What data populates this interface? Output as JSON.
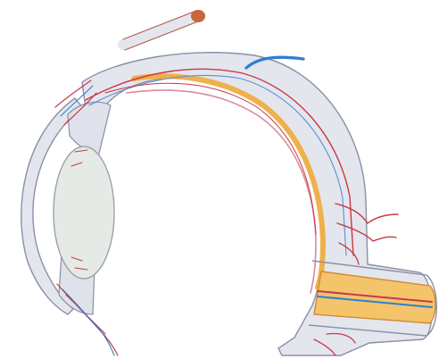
{
  "diagram": {
    "kind": "eye-cross-section-illustration",
    "labels": [],
    "colors": {
      "background": "#ffffff",
      "tissue": "#e4e6ee",
      "tissue_outline": "#8a8fa6",
      "lens": "#e6eae6",
      "choroid": "#f0b04a",
      "optic_nerve": "#f4c46a",
      "artery": "#c63a46",
      "vein": "#2f7fd0",
      "muscle_tip": "#c8673e"
    },
    "structures": [
      "cornea",
      "lens",
      "ciliary-body",
      "sclera",
      "choroid",
      "retina",
      "optic-nerve",
      "central-retinal-artery",
      "central-retinal-vein",
      "vortex-vein",
      "extraocular-muscle",
      "posterior-ciliary-arteries"
    ]
  }
}
